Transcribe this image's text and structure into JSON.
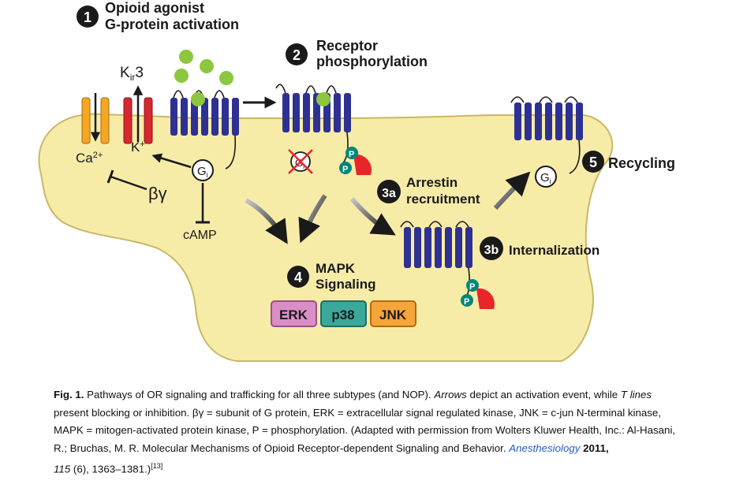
{
  "diagram": {
    "steps": {
      "s1": {
        "num": "1",
        "line1": "Opioid agonist",
        "line2": "G-protein activation"
      },
      "s2": {
        "num": "2",
        "line1": "Receptor",
        "line2": "phosphorylation"
      },
      "s3a": {
        "num": "3a",
        "line1": "Arrestin",
        "line2": "recruitment"
      },
      "s3b": {
        "num": "3b",
        "line1": "Internalization"
      },
      "s4": {
        "num": "4",
        "line1": "MAPK",
        "line2": "Signaling"
      },
      "s5": {
        "num": "5",
        "line1": "Recycling"
      }
    },
    "labels": {
      "kir_main": "K",
      "kir_sub": "ir",
      "kir_tail": "3",
      "ca": "Ca",
      "ca_sup": "2+",
      "k": "K",
      "k_sup": "+",
      "beta_gamma": "βγ",
      "camp": "cAMP",
      "gi": "G",
      "gi_sub": "i",
      "phospho": "P"
    },
    "kinases": [
      {
        "label": "ERK",
        "fill": "#d98fc6",
        "stroke": "#9a4f87"
      },
      {
        "label": "p38",
        "fill": "#3aa89a",
        "stroke": "#1f6d63"
      },
      {
        "label": "JNK",
        "fill": "#f5a53a",
        "stroke": "#b06c10"
      }
    ],
    "colors": {
      "cell": "#f7eba8",
      "cell_outline": "#c9b863",
      "receptor": "#2e3192",
      "agonist": "#8dc63f",
      "arrestin": "#e8262a",
      "phospho": "#00877a",
      "ca_channel": "#f5a623",
      "k_channel": "#d7282f"
    }
  },
  "caption": {
    "fig_label": "Fig. 1.",
    "text1": " Pathways of OR signaling and trafficking for all three subtypes (and NOP). ",
    "arrows_word": "Arrows",
    "text2": " depict an activation event, while ",
    "tlines_word": "T lines",
    "text3": " present blocking or inhibition. βγ = subunit of G protein, ERK = extracellular signal regulated kinase, JNK = c-jun N-terminal kinase, MAPK = mitogen-activated protein kinase, P = phosphorylation. (Adapted with permission from Wolters Kluwer Health, Inc.: Al-Hasani, R.; Bruchas, M. R. Molecular Mechanisms of Opioid Receptor-dependent Signaling and Behavior. ",
    "journal": "Anesthesiology",
    "year": " 2011,",
    "volume": "115",
    "pages": " (6), 1363–1381.)",
    "ref": "[13]"
  }
}
